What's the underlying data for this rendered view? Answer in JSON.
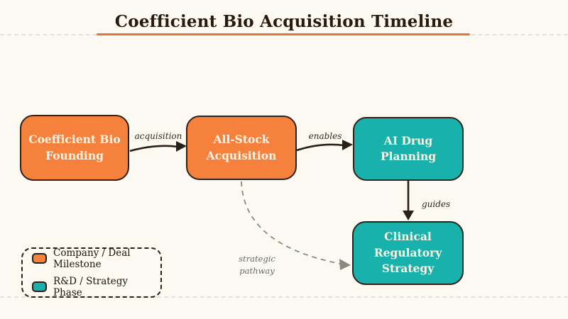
{
  "title": "Coefficient Bio Acquisition Timeline",
  "nodes": [
    {
      "id": "founding",
      "label": "Coefficient Bio\nFounding",
      "type": "company"
    },
    {
      "id": "allstock",
      "label": "All-Stock\nAcquisition",
      "type": "company"
    },
    {
      "id": "aidrug",
      "label": "AI Drug\nPlanning",
      "type": "rnd"
    },
    {
      "id": "clinical",
      "label": "Clinical\nRegulatory Strategy",
      "type": "rnd"
    }
  ],
  "edges": [
    {
      "from": "founding",
      "to": "allstock",
      "label": "acquisition",
      "style": "solid"
    },
    {
      "from": "allstock",
      "to": "aidrug",
      "label": "enables",
      "style": "solid"
    },
    {
      "from": "aidrug",
      "to": "clinical",
      "label": "guides",
      "style": "solid"
    },
    {
      "from": "allstock",
      "to": "clinical",
      "label": "strategic\npathway",
      "style": "dashed"
    }
  ],
  "legend": {
    "items": [
      {
        "swatch": "orange",
        "label": "Company / Deal Milestone"
      },
      {
        "swatch": "teal",
        "label": "R&D / Strategy Phase"
      }
    ]
  },
  "colors": {
    "background": "#FCF9F3",
    "company_fill": "#F5813D",
    "rnd_fill": "#18B1AB",
    "node_border": "#2F2318",
    "node_text": "#FAF3E4",
    "title_text": "#2A1A0C",
    "title_underline": "#E1763B",
    "arrow_solid": "#2B2016",
    "arrow_dashed": "#8C8880",
    "faint_divider": "#E4E1DB"
  }
}
